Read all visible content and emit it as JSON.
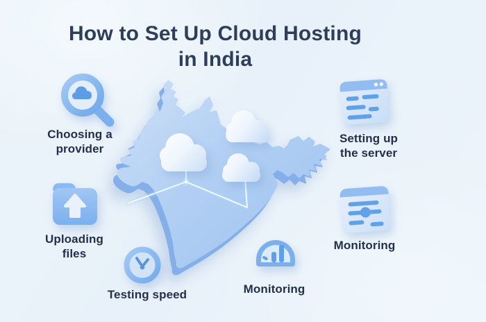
{
  "title": {
    "line1": "How to Set Up Cloud Hosting",
    "line2": "in India"
  },
  "steps": [
    {
      "id": "choosing-provider",
      "icon": "magnifier-cloud-icon",
      "label_line1": "Choosing a",
      "label_line2": "provider"
    },
    {
      "id": "setting-up-server",
      "icon": "server-window-icon",
      "label_line1": "Setting up",
      "label_line2": "the server"
    },
    {
      "id": "uploading-files",
      "icon": "folder-upload-icon",
      "label_line1": "Uploading",
      "label_line2": "files"
    },
    {
      "id": "monitoring-panel",
      "icon": "sliders-panel-icon",
      "label_line1": "Monitoring",
      "label_line2": ""
    },
    {
      "id": "testing-speed",
      "icon": "clock-icon",
      "label_line1": "Testing speed",
      "label_line2": ""
    },
    {
      "id": "monitoring-gauge",
      "icon": "gauge-chart-icon",
      "label_line1": "Monitoring",
      "label_line2": ""
    }
  ],
  "map": {
    "name": "india-3d-map",
    "clouds": 3,
    "network_lines": 4
  },
  "colors": {
    "background": "#ebf3fa",
    "title_text": "#2e3d59",
    "label_text": "#22304b",
    "icon_blue": "#7cb0ed",
    "icon_bar_blue": "#5f9fe7",
    "icon_face_light": "#dde9fa",
    "map_top": "#b6d2f4",
    "map_side": "#85afe8",
    "cloud_highlight": "#ffffff",
    "cloud_shade": "#c9def7",
    "glow_line": "#ffffff"
  }
}
